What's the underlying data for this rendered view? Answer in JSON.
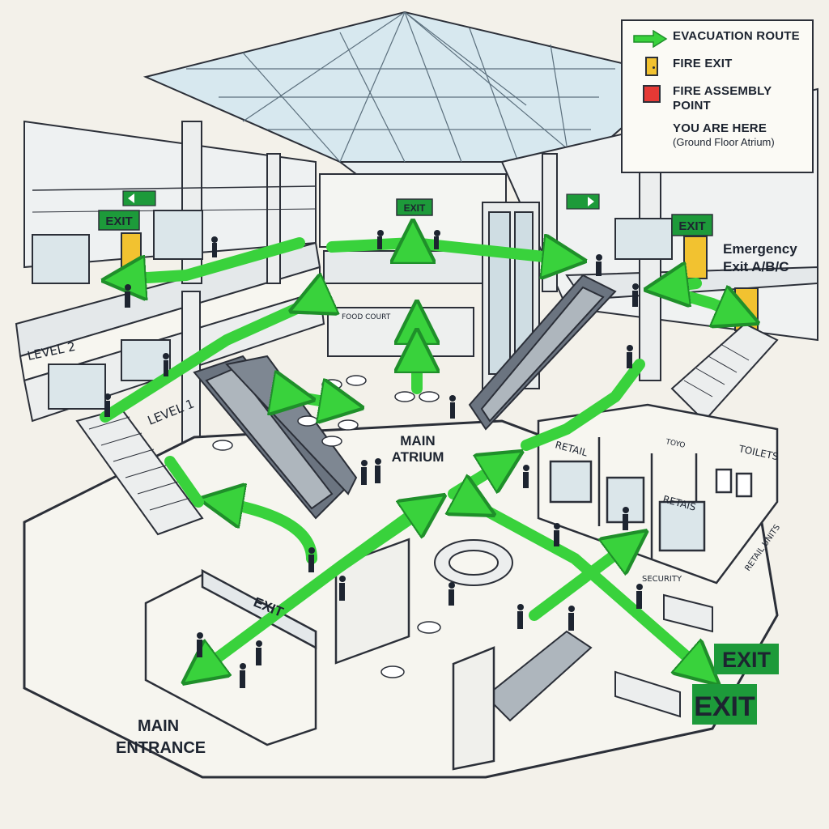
{
  "legend": {
    "items": [
      {
        "symbol": "green-arrow-icon",
        "label": "EVACUATION ROUTE"
      },
      {
        "symbol": "fire-exit-door-icon",
        "label": "FIRE EXIT"
      },
      {
        "symbol": "assembly-point-square-icon",
        "label": "FIRE ASSEMBLY POINT",
        "color": "#e53935"
      }
    ],
    "you_are_here": "YOU ARE HERE",
    "you_are_here_note": "(Ground Floor Atrium)"
  },
  "signs": {
    "exit": "EXIT",
    "exit_big_1": "EXIT",
    "exit_big_2": "EXIT",
    "exit_gate": "EXIT"
  },
  "labels": {
    "level_2": "LEVEL 2",
    "level_1": "LEVEL 1",
    "food_court": "FOOD COURT",
    "main_atrium_1": "MAIN",
    "main_atrium_2": "ATRIUM",
    "main_entrance_1": "MAIN",
    "main_entrance_2": "ENTRANCE",
    "emergency_exit_1": "Emergency",
    "emergency_exit_2": "Exit A/B/C",
    "retail": "RETAIL",
    "retais": "RETAIS",
    "toilets": "TOILETS",
    "toyo": "TOYO",
    "security": "SECURITY",
    "retail_units": "RETAIL UNITS"
  },
  "colors": {
    "route": "#39d23c",
    "route_dark": "#1f8f2a",
    "exit_sign": "#1d9a3a",
    "fire_door": "#f2c230",
    "assembly": "#e53935",
    "ink": "#2b2f38"
  }
}
